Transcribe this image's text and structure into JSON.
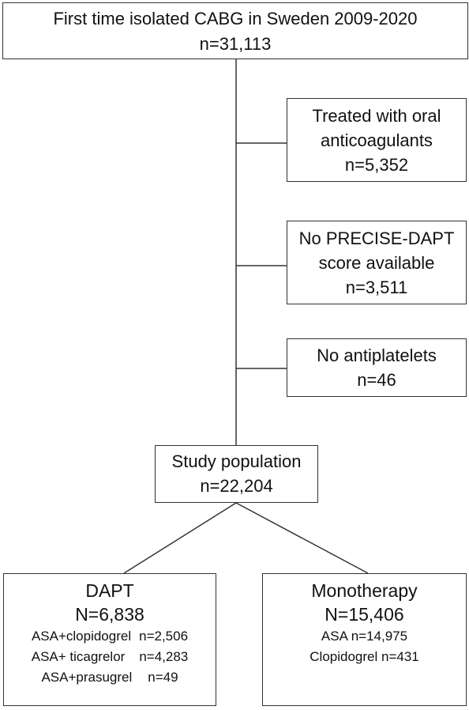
{
  "flowchart": {
    "top": {
      "line1": "First time isolated CABG in Sweden 2009-2020",
      "line2": "n=31,113"
    },
    "exclusions": [
      {
        "line1": "Treated with oral",
        "line2": "anticoagulants",
        "line3": "n=5,352"
      },
      {
        "line1": "No PRECISE-DAPT",
        "line2": "score available",
        "line3": "n=3,511"
      },
      {
        "line1": "No antiplatelets",
        "line2": "n=46"
      }
    ],
    "study": {
      "line1": "Study population",
      "line2": "n=22,204"
    },
    "dapt": {
      "title": "DAPT",
      "total": "N=6,838",
      "rows": [
        {
          "label": "ASA+clopidogrel",
          "count": "n=2,506"
        },
        {
          "label": "ASA+ ticagrelor",
          "count": "n=4,283"
        },
        {
          "label": "ASA+prasugrel",
          "count": "n=49"
        }
      ]
    },
    "mono": {
      "title": "Monotherapy",
      "total": "N=15,406",
      "rows": [
        "ASA n=14,975",
        "Clopidogrel n=431"
      ]
    }
  }
}
